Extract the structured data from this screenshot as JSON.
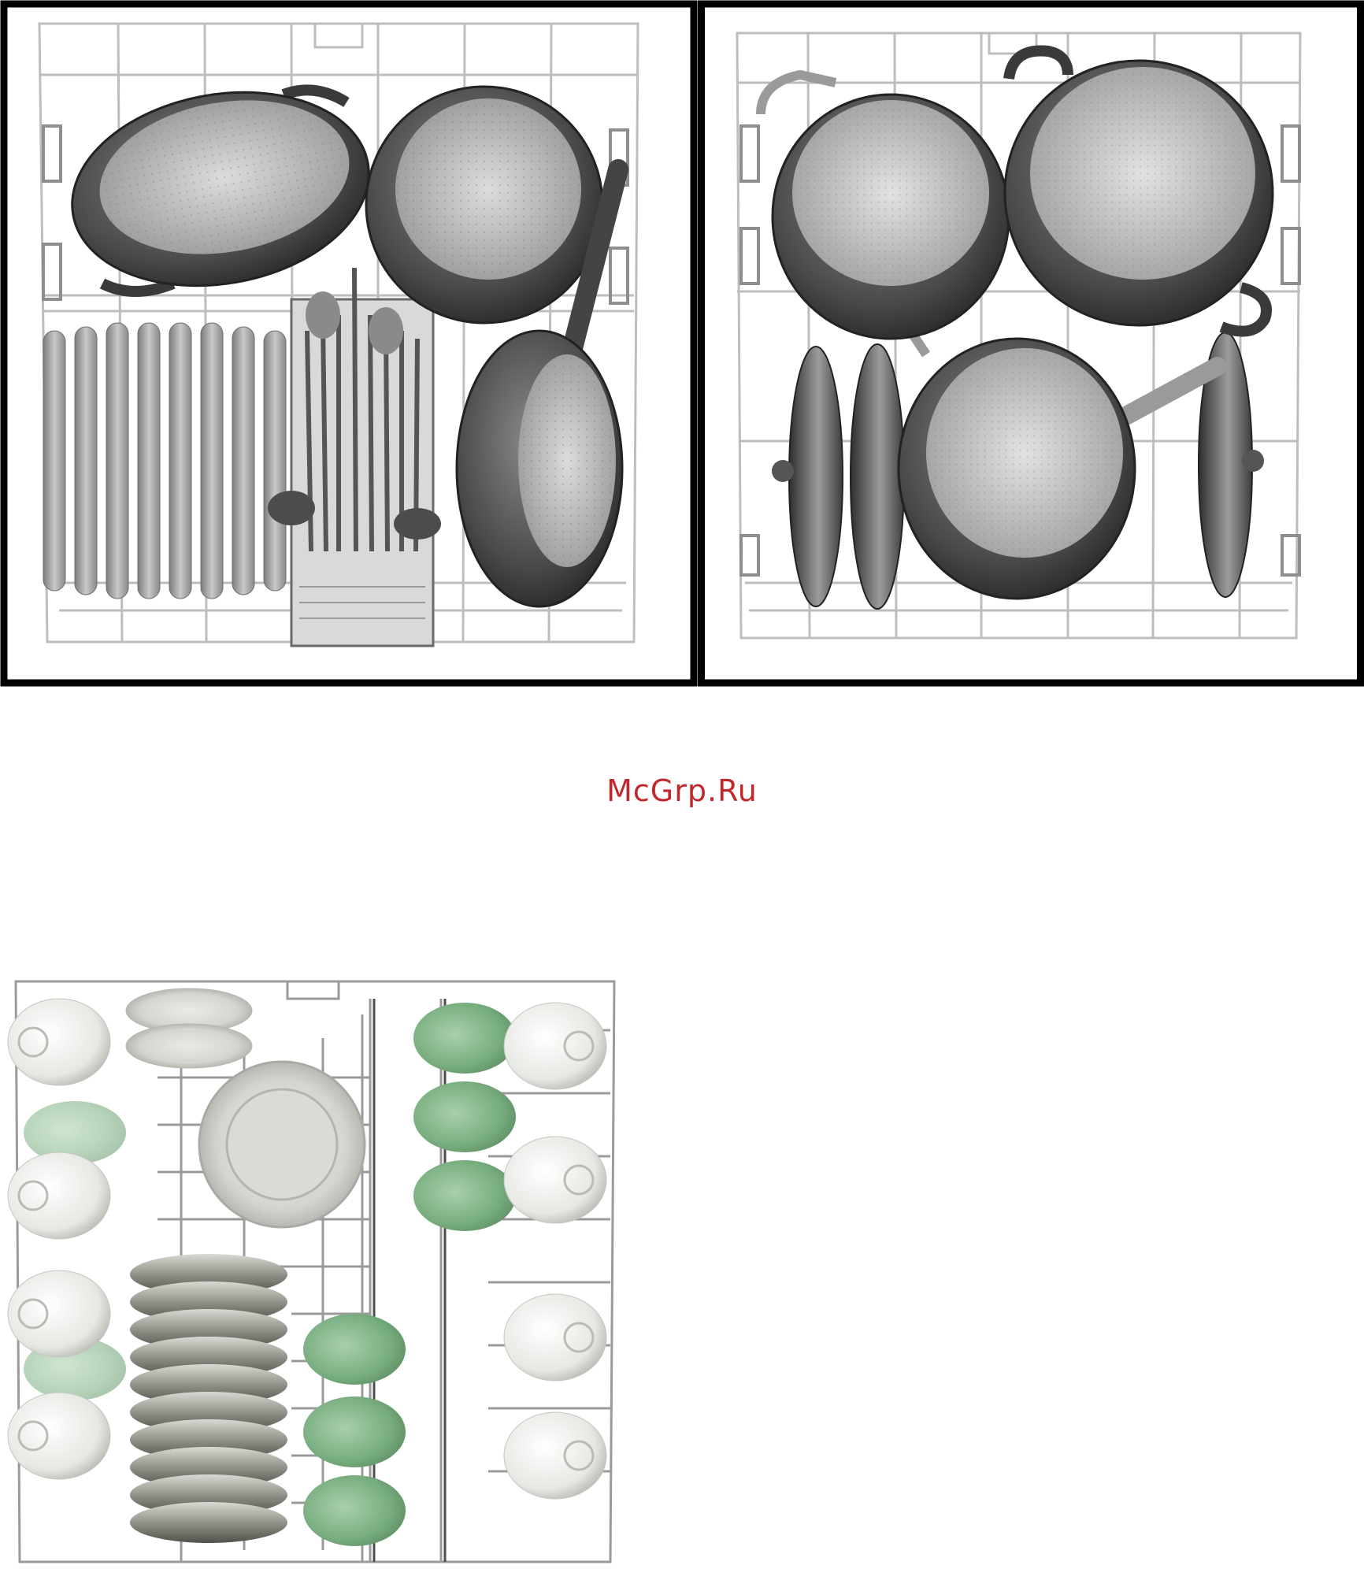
{
  "watermark": {
    "text": "McGrp.Ru"
  },
  "colors": {
    "frame": "#000000",
    "wire": "#bdbdbd",
    "wire_dark": "#8e8e8e",
    "cookware": "#4f4f4f",
    "cookware_light": "#bcbcbc",
    "plate": "#9f9f9f",
    "cup": "#eef0eb",
    "glass": "#7fb386",
    "watermark": "#c0292c"
  },
  "figures": [
    {
      "id": "lower-basket-mixed-load"
    },
    {
      "id": "lower-basket-pans-load"
    },
    {
      "id": "upper-basket-load"
    }
  ]
}
